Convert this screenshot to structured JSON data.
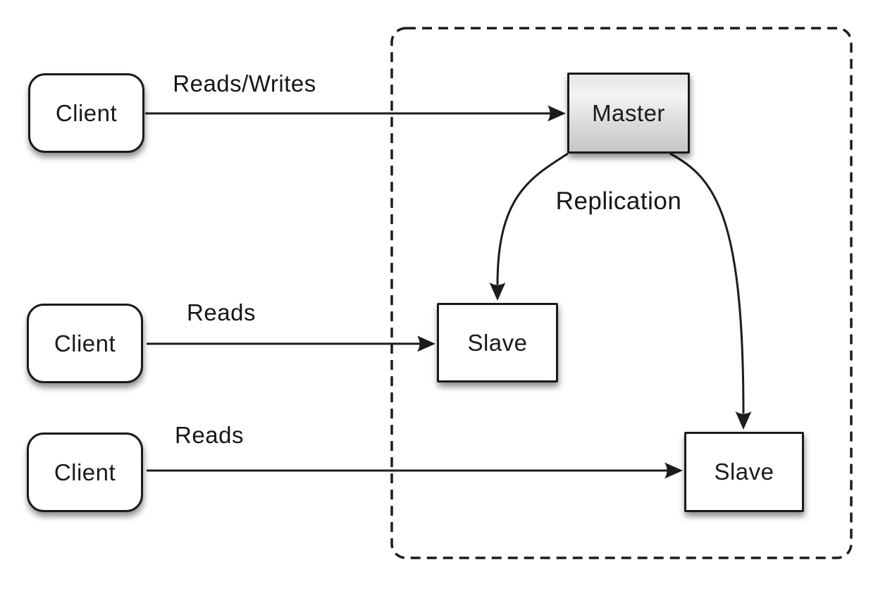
{
  "nodes": {
    "client1": {
      "label": "Client"
    },
    "client2": {
      "label": "Client"
    },
    "client3": {
      "label": "Client"
    },
    "master": {
      "label": "Master"
    },
    "slave1": {
      "label": "Slave"
    },
    "slave2": {
      "label": "Slave"
    }
  },
  "edges": {
    "client1_to_master": {
      "label": "Reads/Writes"
    },
    "client2_to_slave1": {
      "label": "Reads"
    },
    "client3_to_slave2": {
      "label": "Reads"
    },
    "master_to_slaves": {
      "label": "Replication"
    }
  },
  "colors": {
    "background": "#ffffff",
    "node_border": "#1a1a1a",
    "node_fill": "#ffffff",
    "master_fill_top": "#ececec",
    "master_fill_bottom": "#c6c6c6",
    "connector": "#1c1c1c"
  }
}
